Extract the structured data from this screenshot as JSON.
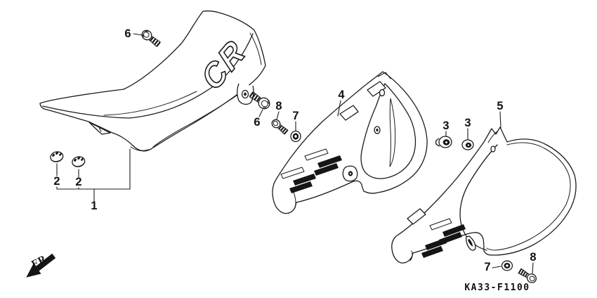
{
  "diagram": {
    "code": "KA33-F1100",
    "front_label": "FR.",
    "seat_logo": "CR"
  },
  "callouts": {
    "c6_top": "6",
    "c2_left": "2",
    "c2_right": "2",
    "c1": "1",
    "c6_rear": "6",
    "c8_mid": "8",
    "c7_mid": "7",
    "c4": "4",
    "c3_left": "3",
    "c3_right": "3",
    "c5": "5",
    "c7_bottom": "7",
    "c8_bottom": "8"
  }
}
